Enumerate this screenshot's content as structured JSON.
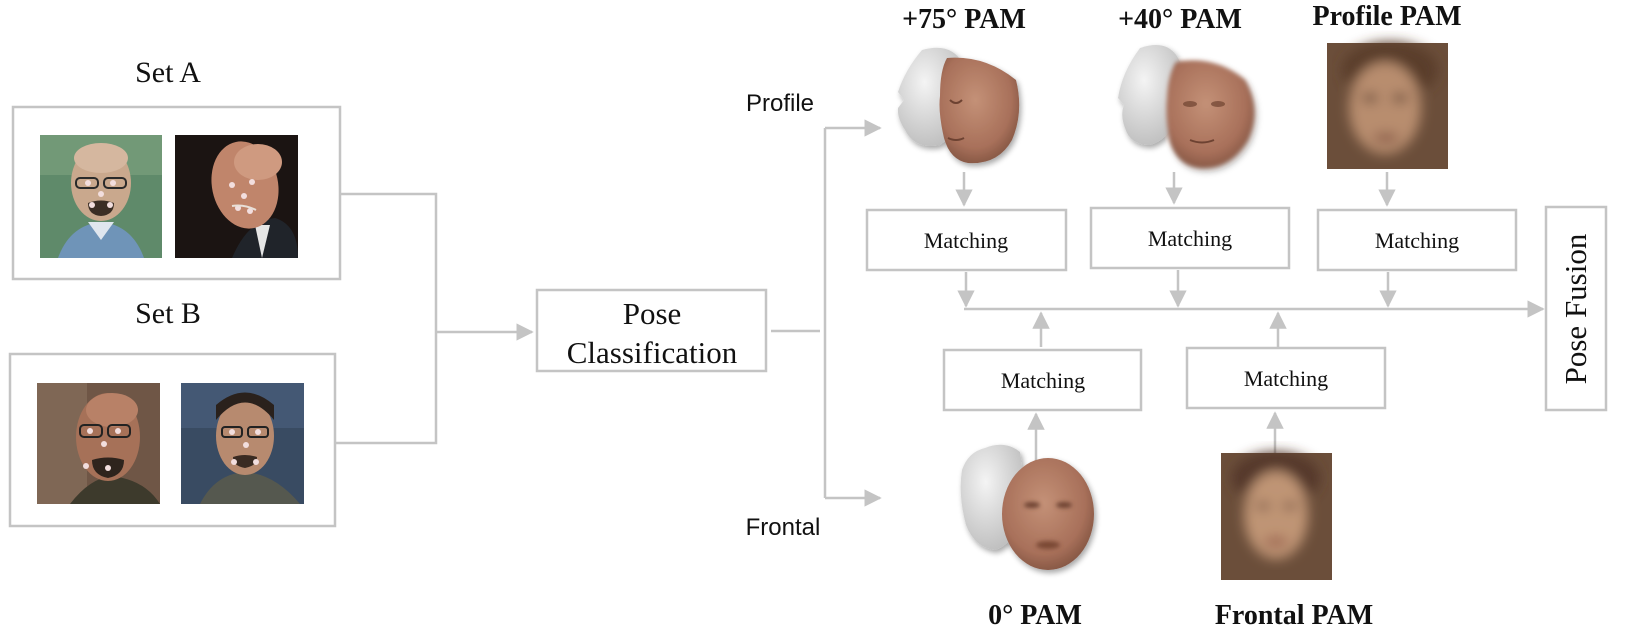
{
  "colors": {
    "line": "#c4c4c4",
    "text": "#111111",
    "skin": "#a8705a",
    "mask": "#e2e2e2",
    "face_bg_green": "#5f8a6a",
    "face_bg_dark": "#1b1412",
    "face_bg_brown": "#6f5646",
    "face_bg_steel": "#394b62",
    "blur_bg": "#6b4e3a"
  },
  "sets": {
    "set_a": {
      "label": "Set A",
      "images": [
        "face-photo-with-landmarks",
        "face-photo-with-landmarks"
      ]
    },
    "set_b": {
      "label": "Set B",
      "images": [
        "face-photo-with-landmarks",
        "face-photo-with-landmarks"
      ]
    }
  },
  "pose_classification": {
    "line1": "Pose",
    "line2": "Classification"
  },
  "branches": {
    "profile": "Profile",
    "frontal": "Frontal"
  },
  "pam_models": {
    "p75": {
      "label": "+75° PAM",
      "icon": "3d-face-mask-icon"
    },
    "p40": {
      "label": "+40° PAM",
      "icon": "3d-face-mask-icon"
    },
    "profile": {
      "label": "Profile PAM",
      "icon": "average-face-image"
    },
    "p0": {
      "label": "0° PAM",
      "icon": "3d-face-mask-icon"
    },
    "frontal": {
      "label": "Frontal PAM",
      "icon": "average-face-image"
    }
  },
  "matching": {
    "m75": "Matching",
    "m40": "Matching",
    "mprofile": "Matching",
    "m0": "Matching",
    "mfrontal": "Matching"
  },
  "pose_fusion": "Pose Fusion"
}
